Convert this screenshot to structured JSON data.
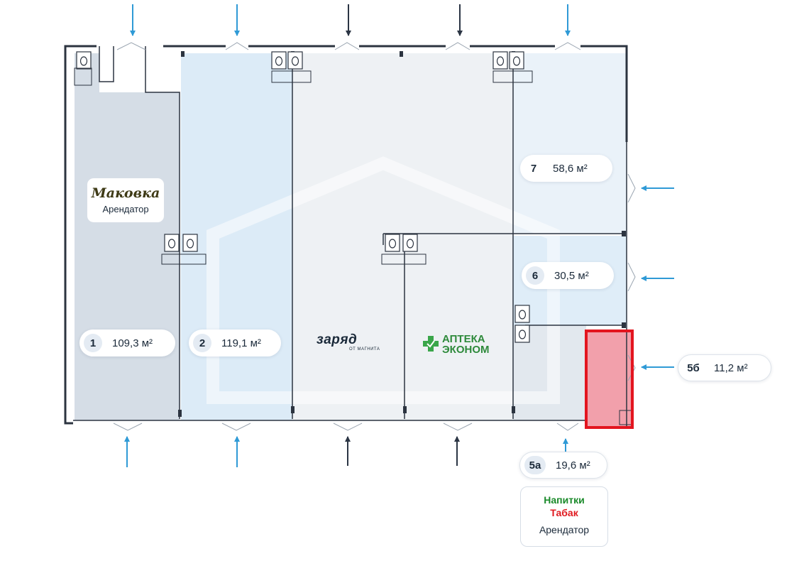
{
  "units": [
    {
      "id": "1",
      "area": "109,3",
      "unit": "м²"
    },
    {
      "id": "2",
      "area": "119,1",
      "unit": "м²"
    },
    {
      "id": "7",
      "area": "58,6",
      "unit": "м²"
    },
    {
      "id": "6",
      "area": "30,5",
      "unit": "м²"
    },
    {
      "id": "5б",
      "area": "11,2",
      "unit": "м²"
    },
    {
      "id": "5а",
      "area": "19,6",
      "unit": "м²"
    }
  ],
  "tenants": {
    "makovka": {
      "brand": "Маковка",
      "label": "Арендатор"
    },
    "zaryad": {
      "brand": "заряд",
      "sub": "ОТ МАГНИТА"
    },
    "apteka": {
      "line1": "АПТЕКА",
      "line2": "ЭКОНОМ"
    },
    "kiosk": {
      "line1": "Напитки",
      "line2": "Табак",
      "label": "Арендатор"
    }
  },
  "colors": {
    "unit1": "#d5dde6",
    "unit2": "#dcebf7",
    "shared": "#eef1f4",
    "unit7": "#eaf2f9",
    "unit6": "#dfedf8",
    "unit5a": "#e2e8ee",
    "unit5b_fill": "#f2a0ab",
    "unit5b_outline": "#e3151f",
    "arrow_blue": "#2f9ad6",
    "arrow_dark": "#2b3544",
    "wall": "#2c3440"
  }
}
